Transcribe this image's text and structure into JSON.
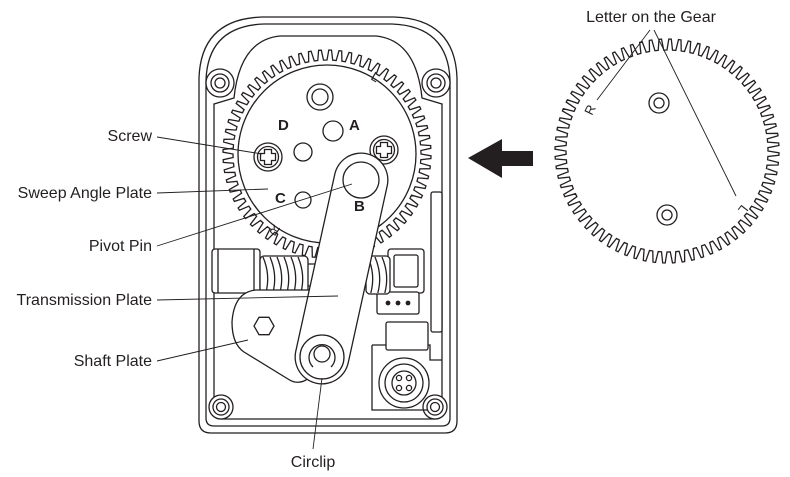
{
  "labels": {
    "screw": "Screw",
    "sweep_angle_plate": "Sweep Angle Plate",
    "pivot_pin": "Pivot Pin",
    "transmission_plate": "Transmission Plate",
    "shaft_plate": "Shaft Plate",
    "circlip": "Circlip",
    "letter_on_gear": "Letter on the Gear"
  },
  "plate_letters": {
    "a": "A",
    "b": "B",
    "c": "C",
    "d": "D"
  },
  "gear_letters": {
    "left": "L",
    "right": "R"
  },
  "icons": {
    "arrow": "arrow-left-icon",
    "screw_head": "phillips-screw-icon"
  },
  "colors": {
    "line": "#231f20",
    "background": "#ffffff"
  }
}
